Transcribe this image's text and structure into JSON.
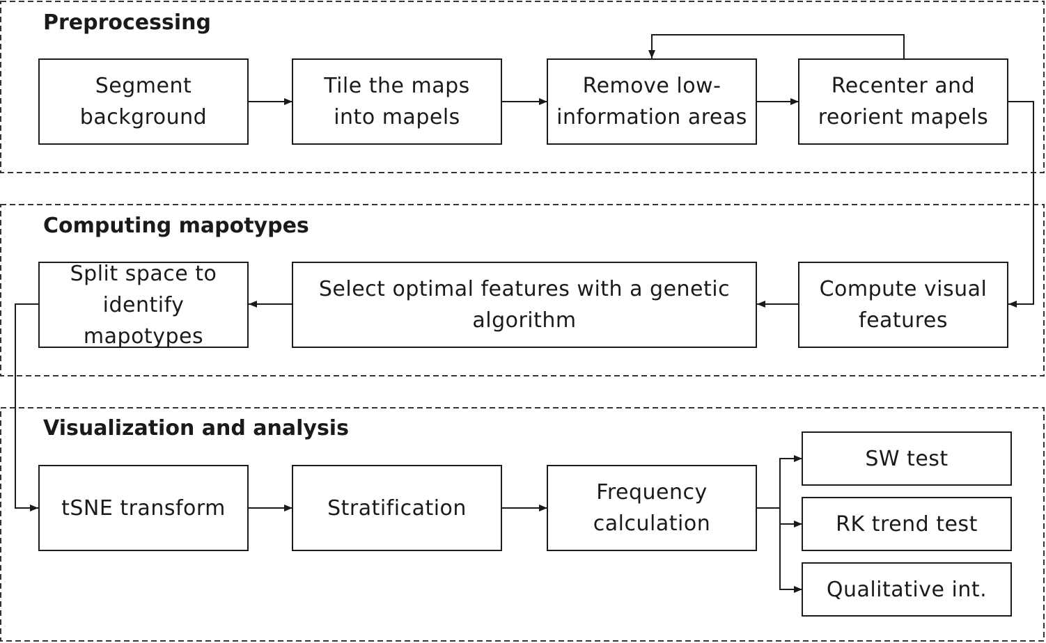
{
  "sections": {
    "preprocessing": {
      "title": "Preprocessing"
    },
    "mapotypes": {
      "title": "Computing mapotypes"
    },
    "visualization": {
      "title": "Visualization and analysis"
    }
  },
  "nodes": {
    "segment": {
      "line1": "Segment",
      "line2": "background"
    },
    "tile": {
      "line1": "Tile the maps",
      "line2": "into mapels"
    },
    "remove": {
      "line1": "Remove low-",
      "line2": "information areas"
    },
    "recenter": {
      "line1": "Recenter and",
      "line2": "reorient mapels"
    },
    "split": {
      "line1": "Split space to",
      "line2": "identify mapotypes"
    },
    "select": {
      "line1": "Select optimal features with a genetic",
      "line2": "algorithm"
    },
    "compute": {
      "line1": "Compute visual",
      "line2": "features"
    },
    "tsne": {
      "line1": "tSNE transform"
    },
    "strat": {
      "line1": "Stratification"
    },
    "freq": {
      "line1": "Frequency",
      "line2": "calculation"
    },
    "sw": {
      "line1": "SW test"
    },
    "rk": {
      "line1": "RK trend test"
    },
    "qual": {
      "line1": "Qualitative int."
    }
  }
}
